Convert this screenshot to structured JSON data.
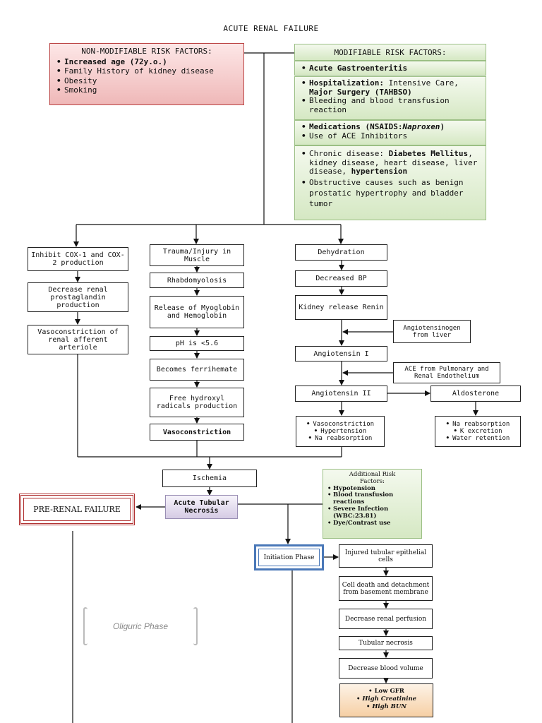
{
  "title": "ACUTE RENAL FAILURE",
  "non_modifiable": {
    "heading": "NON-MODIFIABLE RISK FACTORS:",
    "items": [
      "Increased age (72y.o.)",
      "Family History of kidney disease",
      "Obesity",
      "Smoking"
    ]
  },
  "modifiable": {
    "heading": "MODIFIABLE RISK FACTORS:",
    "gastro": "Acute Gastroenteritis",
    "hosp_label": "Hospitalization:",
    "hosp_text": "Intensive Care,",
    "hosp_surgery": "Major Surgery (TAHBSO)",
    "bleeding": "Bleeding and blood transfusion reaction",
    "med_label": "Medications (NSAIDS:",
    "med_drug": "Naproxen",
    "med_close": ")",
    "ace": "Use of ACE Inhibitors",
    "chronic_prefix": "Chronic disease:",
    "chronic_dm": "Diabetes Mellitus",
    "chronic_mid": ", kidney disease, heart disease, liver disease,",
    "chronic_htn": "hypertension",
    "obstructive": "Obstructive causes such as benign prostatic hypertrophy and bladder tumor"
  },
  "col1": {
    "cox": "Inhibit COX-1 and COX-2 production",
    "prostaglandin": "Decrease renal prostaglandin production",
    "vaso": "Vasoconstriction of renal afferent arteriole"
  },
  "col2": {
    "trauma": "Trauma/Injury in Muscle",
    "rhabdo": "Rhabdomyolosis",
    "release": "Release of Myoglobin and Hemoglobin",
    "ph": "pH is <5.6",
    "ferri": "Becomes ferrihemate",
    "radicals": "Free hydroxyl radicals production",
    "vaso": "Vasoconstriction"
  },
  "col3": {
    "dehydration": "Dehydration",
    "bp": "Decreased BP",
    "renin": "Kidney release Renin",
    "angiotensinogen": "Angiotensinogen from liver",
    "ang1": "Angiotensin I",
    "ace_enzyme": "ACE from Pulmonary and Renal Endothelium",
    "ang2": "Angiotensin II",
    "aldosterone": "Aldosterone",
    "ang2_effects": [
      "Vasoconstriction",
      "Hypertension",
      "Na reabsorption"
    ],
    "aldo_effects": [
      "Na reabsorption",
      "K excretion",
      "Water retention"
    ]
  },
  "ischemia": "Ischemia",
  "atn": "Acute Tubular Necrosis",
  "prerenal": "PRE-RENAL FAILURE",
  "additional": {
    "heading": "Additional Risk Factors:",
    "items": [
      "Hypotension",
      "Blood transfusion reactions",
      "Severe Infection (WBC:23.81)",
      "Dye/Contrast use"
    ]
  },
  "initiation": "Initiation Phase",
  "oliguric": "Oliguric Phase",
  "initiation_steps": {
    "injured": "Injured tubular epithelial cells",
    "death": "Cell death and detachment from basement membrane",
    "perfusion": "Decrease renal perfusion",
    "necrosis": "Tubular necrosis",
    "volume": "Decrease blood volume"
  },
  "final": [
    "Low GFR",
    "High Creatinine",
    "High BUN"
  ]
}
